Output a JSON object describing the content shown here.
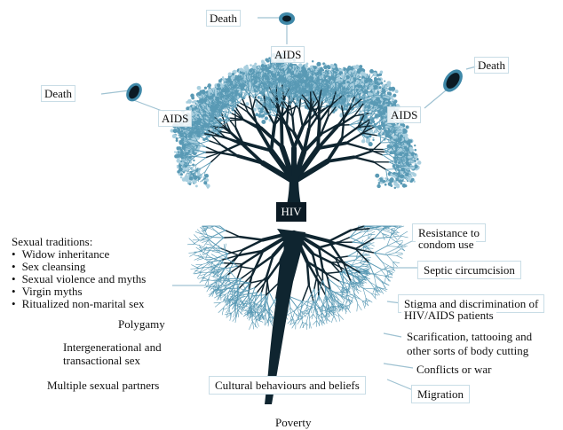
{
  "top": {
    "death_top": "Death",
    "death_left": "Death",
    "death_right": "Death",
    "aids_top": "AIDS",
    "aids_left": "AIDS",
    "aids_right": "AIDS",
    "trunk": "HIV"
  },
  "left_roots": {
    "traditions_title": "Sexual traditions:",
    "traditions": [
      "Widow inheritance",
      "Sex cleansing",
      "Sexual violence and myths",
      "Virgin myths",
      "Ritualized non-marital sex"
    ],
    "polygamy": "Polygamy",
    "intergen_1": "Intergenerational and",
    "intergen_2": "transactional sex",
    "multiple": "Multiple sexual partners",
    "cultural": "Cultural behaviours and beliefs",
    "poverty": "Poverty"
  },
  "right_roots": {
    "resistance_1": "Resistance to",
    "resistance_2": "condom use",
    "septic": "Septic circumcision",
    "stigma_1": "Stigma and discrimination of",
    "stigma_2": "HIV/AIDS patients",
    "scar_1": "Scarification, tattooing and",
    "scar_2": "other sorts of body cutting",
    "conflicts": "Conflicts or war",
    "migration": "Migration"
  },
  "colors": {
    "branch": "#0f2530",
    "foliage": "#5a9ab5",
    "light": "#a9cfdf",
    "box_border": "#c9dde6"
  }
}
